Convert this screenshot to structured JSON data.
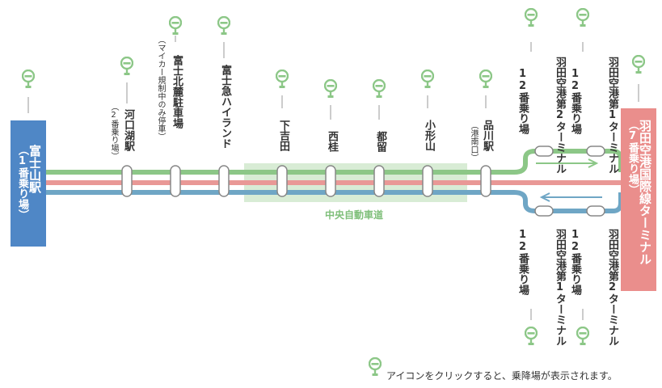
{
  "colors": {
    "outbound": "#8cc787",
    "inbound": "#6fa6c5",
    "direct": "#e99896",
    "left_terminal": "#4f87c6",
    "right_terminal": "#ea8e8c",
    "expressway_fill": "#d8ecd5",
    "icon": "#8cc787"
  },
  "left_terminal": {
    "name": "富士山駅",
    "sub": "（1番乗り場）"
  },
  "right_terminal": {
    "name": "羽田空港国際線ターミナル",
    "sub": "（7番乗り場）"
  },
  "stops": [
    {
      "id": "kawaguchiko",
      "name": "河口湖駅",
      "sub": "（2番乗り場）"
    },
    {
      "id": "fujihokuroku",
      "name": "富士北麓駐車場",
      "sub": "（マイカー規制中のみ停車）"
    },
    {
      "id": "fujikyu",
      "name": "富士急ハイランド",
      "sub": ""
    },
    {
      "id": "shimoyoshida",
      "name": "下吉田",
      "sub": ""
    },
    {
      "id": "nishikatsura",
      "name": "西桂",
      "sub": ""
    },
    {
      "id": "tsuru",
      "name": "都留",
      "sub": ""
    },
    {
      "id": "kogatayama",
      "name": "小形山",
      "sub": ""
    },
    {
      "id": "shinagawa",
      "name": "品川駅",
      "sub": "（港南口）"
    }
  ],
  "airport_outbound": [
    {
      "id": "haneda-t2-out",
      "name": "羽田空港第2ターミナル",
      "sub": "12番乗り場"
    },
    {
      "id": "haneda-t1-out",
      "name": "羽田空港第1ターミナル",
      "sub": "12番乗り場"
    }
  ],
  "airport_inbound": [
    {
      "id": "haneda-t1-in",
      "name": "羽田空港第1ターミナル",
      "sub": "12番乗り場"
    },
    {
      "id": "haneda-t2-in",
      "name": "羽田空港第2ターミナル",
      "sub": "12番乗り場"
    }
  ],
  "expressway_label": "中央自動車道",
  "footnote": "アイコンをクリックすると、乗降場が表示されます。",
  "icon_name": "bus-stop-icon"
}
